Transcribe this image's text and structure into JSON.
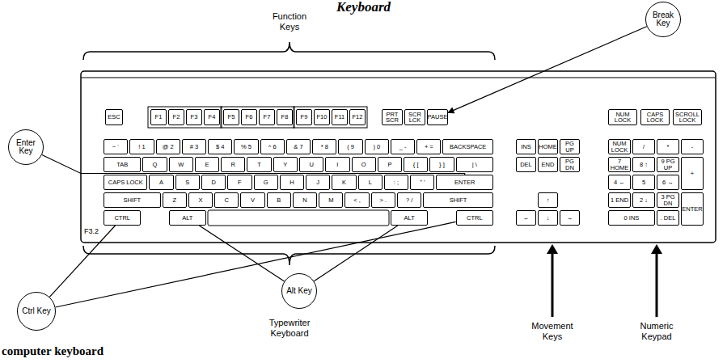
{
  "diagram": {
    "title": "Keyboard",
    "nodes": [
      {
        "text": [
          "Break Key"
        ]
      },
      {
        "text": [
          "Enter Key"
        ]
      },
      {
        "text": [
          "Ctrl Key"
        ]
      },
      {
        "text": [
          "Alt Key"
        ]
      },
      {
        "text": [
          "ESC"
        ]
      },
      {
        "text": [
          "F1"
        ]
      },
      {
        "text": [
          "F2"
        ]
      },
      {
        "text": [
          "F3"
        ]
      },
      {
        "text": [
          "F4"
        ]
      },
      {
        "text": [
          "F5"
        ]
      },
      {
        "text": [
          "F6"
        ]
      },
      {
        "text": [
          "F7"
        ]
      },
      {
        "text": [
          "F8"
        ]
      },
      {
        "text": [
          "F9"
        ]
      },
      {
        "text": [
          "F10"
        ]
      },
      {
        "text": [
          "F11"
        ]
      },
      {
        "text": [
          "F12"
        ]
      },
      {
        "text": [
          "PRT SCR"
        ]
      },
      {
        "text": [
          "SCR LCK"
        ]
      },
      {
        "text": [
          "PAUSE"
        ]
      },
      {
        "text": [
          "NUM LOCK"
        ]
      },
      {
        "text": [
          "CAPS LOCK"
        ]
      },
      {
        "text": [
          "SCROLL LOCK"
        ]
      },
      {
        "text": [
          "~ `"
        ]
      },
      {
        "text": [
          "! 1"
        ]
      },
      {
        "text": [
          "@ 2"
        ]
      },
      {
        "text": [
          "# 3"
        ]
      },
      {
        "text": [
          "$ 4"
        ]
      },
      {
        "text": [
          "% 5"
        ]
      },
      {
        "text": [
          "^ 6"
        ]
      },
      {
        "text": [
          "& 7"
        ]
      },
      {
        "text": [
          "* 8"
        ]
      },
      {
        "text": [
          "( 9"
        ]
      },
      {
        "text": [
          ") 0"
        ]
      },
      {
        "text": [
          "_ -"
        ]
      },
      {
        "text": [
          "+ ="
        ]
      },
      {
        "text": [
          "BACKSPACE"
        ]
      },
      {
        "text": [
          "INS"
        ]
      },
      {
        "text": [
          "HOME"
        ]
      },
      {
        "text": [
          "PG UP"
        ]
      },
      {
        "text": [
          "NUM LOCK"
        ]
      },
      {
        "text": [
          "/"
        ]
      },
      {
        "text": [
          "*"
        ]
      },
      {
        "text": [
          "-"
        ]
      },
      {
        "text": [
          "TAB"
        ]
      },
      {
        "text": [
          "Q"
        ]
      },
      {
        "text": [
          "W"
        ]
      },
      {
        "text": [
          "E"
        ]
      },
      {
        "text": [
          "R"
        ]
      },
      {
        "text": [
          "T"
        ]
      },
      {
        "text": [
          "Y"
        ]
      },
      {
        "text": [
          "U"
        ]
      },
      {
        "text": [
          "I"
        ]
      },
      {
        "text": [
          "O"
        ]
      },
      {
        "text": [
          "P"
        ]
      },
      {
        "text": [
          "{ ["
        ]
      },
      {
        "text": [
          "} ]"
        ]
      },
      {
        "text": [
          "| \\"
        ]
      },
      {
        "text": [
          "DEL"
        ]
      },
      {
        "text": [
          "END"
        ]
      },
      {
        "text": [
          "PG DN"
        ]
      },
      {
        "text": [
          "7 HOME"
        ]
      },
      {
        "text": [
          "8 ↑"
        ]
      },
      {
        "text": [
          "9 PG UP"
        ]
      },
      {
        "text": [
          "+"
        ]
      },
      {
        "text": [
          "CAPS LOCK"
        ]
      },
      {
        "text": [
          "A"
        ]
      },
      {
        "text": [
          "S"
        ]
      },
      {
        "text": [
          "D"
        ]
      },
      {
        "text": [
          "F"
        ]
      },
      {
        "text": [
          "G"
        ]
      },
      {
        "text": [
          "H"
        ]
      },
      {
        "text": [
          "J"
        ]
      },
      {
        "text": [
          "K"
        ]
      },
      {
        "text": [
          "L"
        ]
      },
      {
        "text": [
          ": ;"
        ]
      },
      {
        "text": [
          "\" '"
        ]
      },
      {
        "text": [
          "ENTER"
        ]
      },
      {
        "text": [
          "4 ←"
        ]
      },
      {
        "text": [
          "5"
        ]
      },
      {
        "text": [
          "6 →"
        ]
      },
      {
        "text": [
          "SHIFT"
        ]
      },
      {
        "text": [
          "Z"
        ]
      },
      {
        "text": [
          "X"
        ]
      },
      {
        "text": [
          "C"
        ]
      },
      {
        "text": [
          "V"
        ]
      },
      {
        "text": [
          "B"
        ]
      },
      {
        "text": [
          "N"
        ]
      },
      {
        "text": [
          "M"
        ]
      },
      {
        "text": [
          "< ,"
        ]
      },
      {
        "text": [
          "> ."
        ]
      },
      {
        "text": [
          "? /"
        ]
      },
      {
        "text": [
          "SHIFT"
        ]
      },
      {
        "text": [
          "↑"
        ]
      },
      {
        "text": [
          "1 END"
        ]
      },
      {
        "text": [
          "2 ↓"
        ]
      },
      {
        "text": [
          "3 PG DN"
        ]
      },
      {
        "text": [
          "ENTER"
        ]
      },
      {
        "text": [
          "CTRL"
        ]
      },
      {
        "text": [
          "ALT"
        ]
      },
      {
        "text": [
          "ALT"
        ]
      },
      {
        "text": [
          "CTRL"
        ]
      },
      {
        "text": [
          "←"
        ]
      },
      {
        "text": [
          "↓"
        ]
      },
      {
        "text": [
          "→"
        ]
      },
      {
        "text": [
          "0 INS"
        ]
      },
      {
        "text": [
          ". DEL"
        ]
      }
    ],
    "edges": [
      {
        "from": 0,
        "to": 19,
        "arrow": "to"
      },
      {
        "from": 1,
        "to": 77,
        "arrow": "none"
      },
      {
        "from": 2,
        "to": 98,
        "arrow": "none"
      },
      {
        "from": 2,
        "to": 101,
        "arrow": "none"
      },
      {
        "from": 3,
        "to": 99,
        "arrow": "none"
      },
      {
        "from": 3,
        "to": 100,
        "arrow": "none"
      }
    ],
    "labels": [
      "Function Keys",
      "F3.2",
      "Typewriter Keyboard",
      "Movement Keys",
      "Numeric Keypad",
      "computer keyboard"
    ]
  }
}
